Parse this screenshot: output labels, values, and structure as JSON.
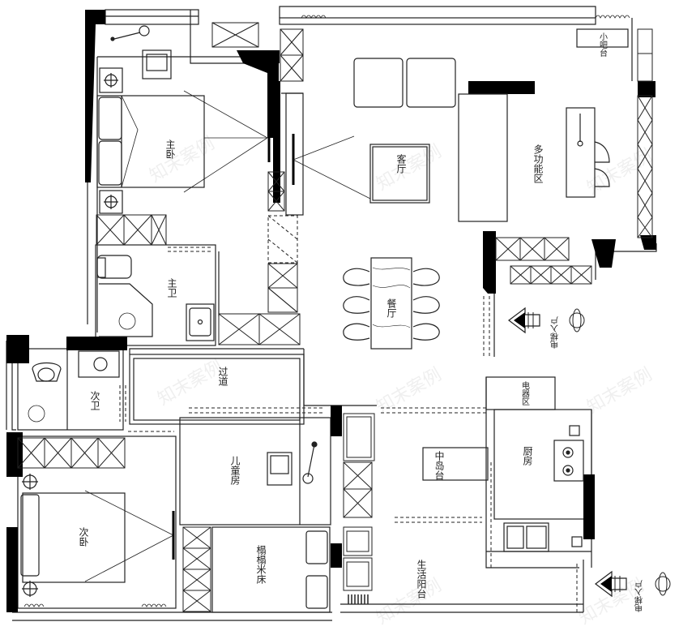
{
  "rooms": {
    "master_bedroom": "主卧",
    "living_room": "客厅",
    "multifunction": "多功能区",
    "small_bar": "小吧台",
    "master_bath": "主卫",
    "dining": "餐厅",
    "guest_bath": "次卫",
    "corridor": "过道",
    "appliance_zone": "电器区",
    "second_bedroom": "次卧",
    "kids_room": "儿童房",
    "tatami": "榻榻米床",
    "island": "中岛台",
    "kitchen": "厨房",
    "balcony": "生活阳台"
  },
  "entrances": {
    "main": "电梯入户",
    "side": "电梯入户"
  },
  "watermark": "知末案例",
  "colors": {
    "wall": "#000000",
    "line": "#222222",
    "background": "#ffffff"
  }
}
